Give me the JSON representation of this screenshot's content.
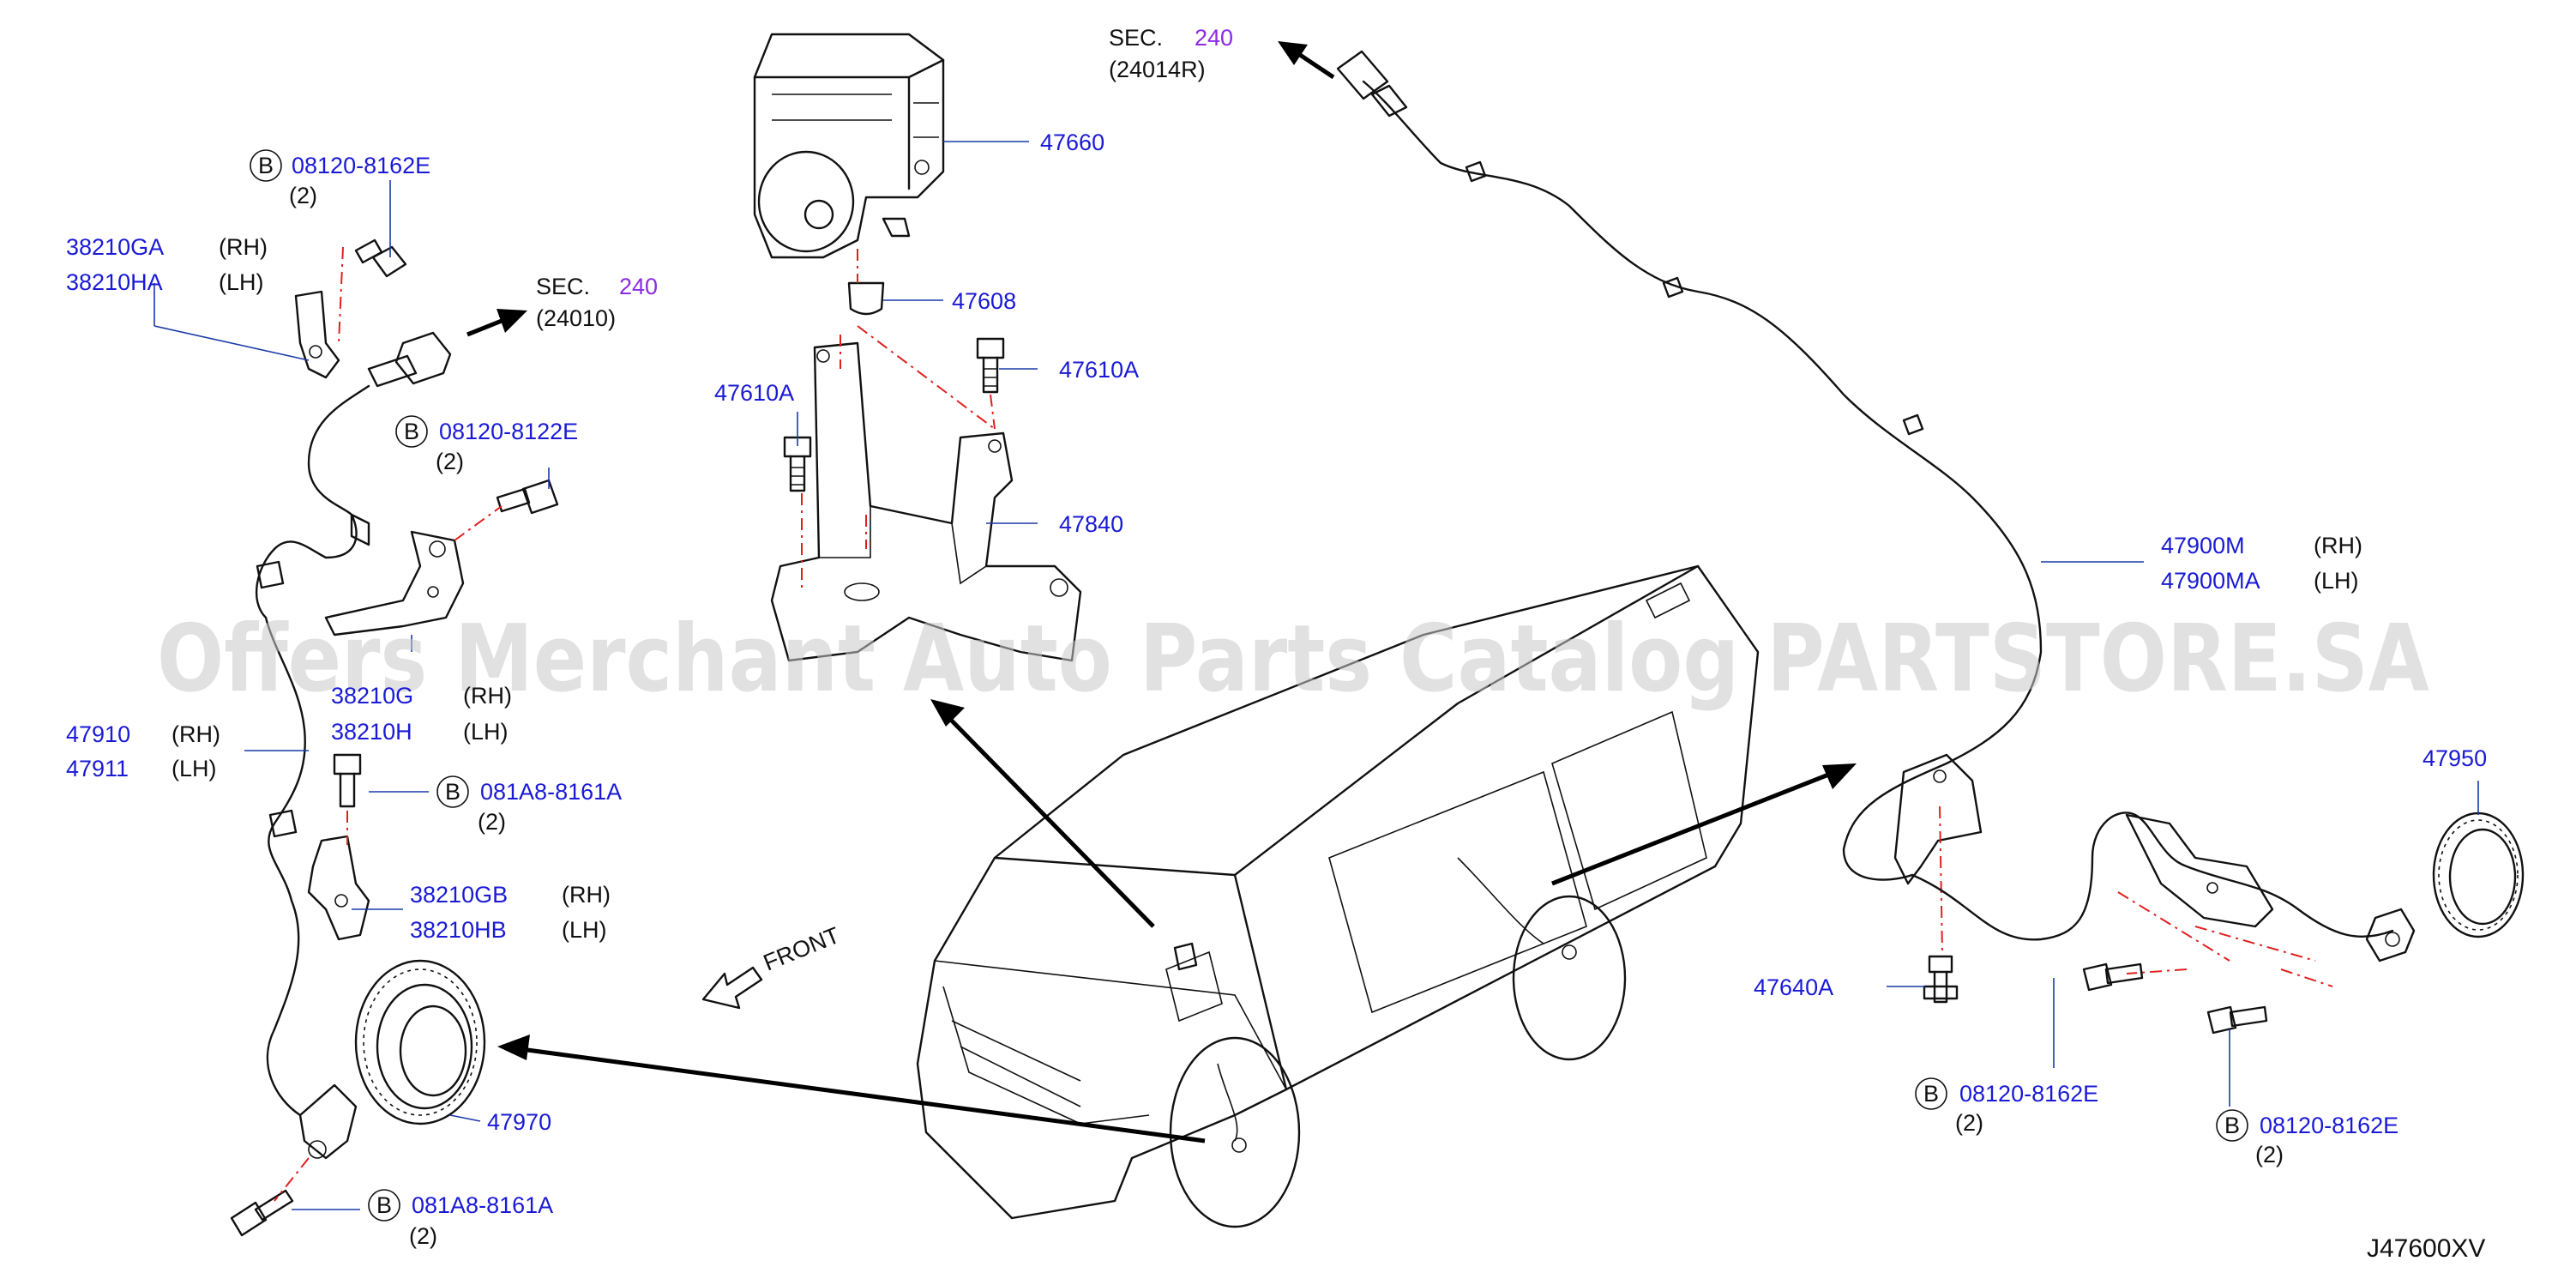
{
  "labels": {
    "sec_top": "SEC.",
    "sec_top_num": "240",
    "sec_top_ref": "(24014R)",
    "sec_left": "SEC.",
    "sec_left_num": "240",
    "sec_left_ref": "(24010)",
    "p47660": "47660",
    "p47608": "47608",
    "p47610a_l": "47610A",
    "p47610a_r": "47610A",
    "p47840": "47840",
    "bolt_top": "08120-8162E",
    "bolt_top_q": "(2)",
    "p38210ga": "38210GA",
    "p38210ga_s": "(RH)",
    "p38210ha": "38210HA",
    "p38210ha_s": "(LH)",
    "bolt_mid": "08120-8122E",
    "bolt_mid_q": "(2)",
    "p38210g": "38210G",
    "p38210g_s": "(RH)",
    "p38210h": "38210H",
    "p38210h_s": "(LH)",
    "p47910": "47910",
    "p47910_s": "(RH)",
    "p47911": "47911",
    "p47911_s": "(LH)",
    "bolt_081a_1": "081A8-8161A",
    "bolt_081a_1_q": "(2)",
    "p38210gb": "38210GB",
    "p38210gb_s": "(RH)",
    "p38210hb": "38210HB",
    "p38210hb_s": "(LH)",
    "p47970": "47970",
    "bolt_081a_2": "081A8-8161A",
    "bolt_081a_2_q": "(2)",
    "front": "FRONT",
    "p47900m": "47900M",
    "p47900m_s": "(RH)",
    "p47900ma": "47900MA",
    "p47900ma_s": "(LH)",
    "p47950": "47950",
    "p47640a": "47640A",
    "bolt_r1": "08120-8162E",
    "bolt_r1_q": "(2)",
    "bolt_r2": "08120-8162E",
    "bolt_r2_q": "(2)",
    "b": "B",
    "diagram_code": "J47600XV",
    "watermark": "Offers Merchant Auto Parts Catalog PARTSTORE.SA"
  },
  "colors": {
    "part_number": "#1a1ad6",
    "section_number": "#8a2be2",
    "phantom_line": "#e02020"
  }
}
